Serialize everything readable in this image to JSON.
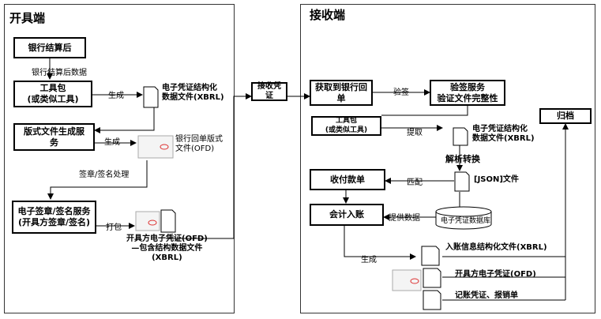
{
  "left_panel": {
    "title": "开具端",
    "bank_after": "银行结算后",
    "bank_after_data": "银行结算后数据",
    "toolkit": "工具包\n(或类似工具)",
    "generate1": "生成",
    "xbrl_file": "电子凭证结构化\n数据文件(XBRL)",
    "layout_service": "版式文件生成服\n务",
    "generate2": "生成",
    "ofd_receipt": "银行回单版式\n文件(OFD)",
    "sign_process": "签章/签名处理",
    "esign_service": "电子签章/签名服务\n(开具方签章/签名)",
    "pack": "打包",
    "issuer_voucher": "开具方电子凭证(OFD)\n—包含结构数据文件\n(XBRL)"
  },
  "middle": {
    "receive_voucher": "接收凭证"
  },
  "right_panel": {
    "title": "接收端",
    "get_receipt": "获取到银行回\n单",
    "verify": "验签",
    "verify_service": "验签服务\n验证文件完整性",
    "toolkit": "工具包\n(或类似工具)",
    "extract": "提取",
    "xbrl_file": "电子凭证结构化\n数据文件(XBRL)",
    "archive": "归档",
    "parse_convert": "解析转换",
    "payment": "收付款单",
    "match": "匹配",
    "json_file": "[JSON]文件",
    "accounting": "会计入账",
    "provide_data": "提供数据",
    "database": "电子凭证数据库",
    "generate": "生成",
    "entry_xbrl": "入账信息结构化文件(XBRL)",
    "issuer_ofd": "开具方电子凭证(OFD)",
    "vouchers": "记账凭证、报销单"
  }
}
